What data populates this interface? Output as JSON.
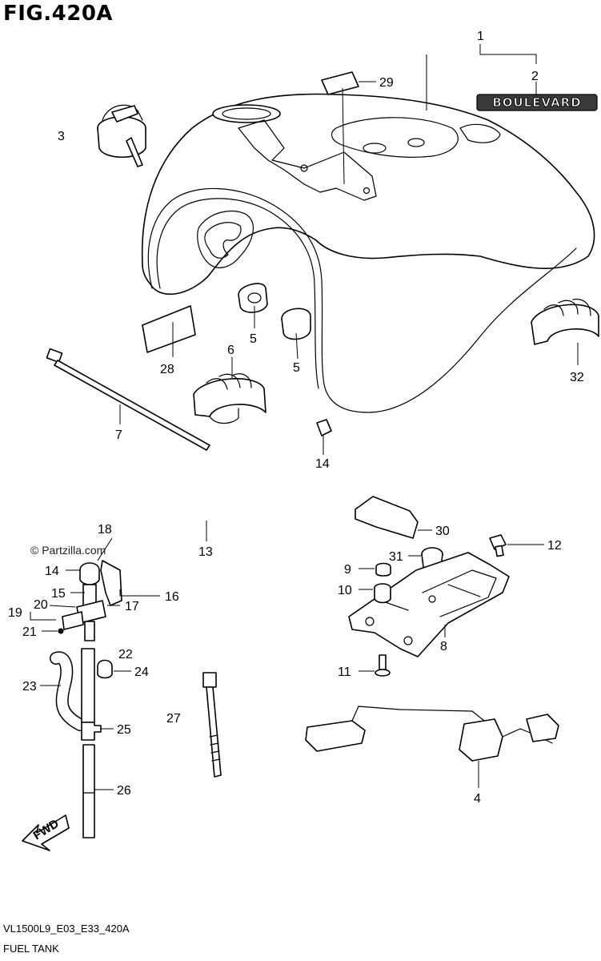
{
  "figure_title": "FIG.420A",
  "brand_plate": "BOULEVARD",
  "watermark": "© Partzilla.com",
  "fwd_label": "FWD",
  "footer_code": "VL1500L9_E03_E33_420A",
  "footer_name": "FUEL TANK",
  "callouts": {
    "c1": "1",
    "c2": "2",
    "c3": "3",
    "c4": "4",
    "c5a": "5",
    "c5b": "5",
    "c6": "6",
    "c7": "7",
    "c8": "8",
    "c9": "9",
    "c10": "10",
    "c11": "11",
    "c12": "12",
    "c13": "13",
    "c14a": "14",
    "c14b": "14",
    "c15": "15",
    "c16": "16",
    "c17": "17",
    "c18": "18",
    "c19": "19",
    "c20": "20",
    "c21": "21",
    "c22": "22",
    "c23": "23",
    "c24": "24",
    "c25": "25",
    "c26": "26",
    "c27": "27",
    "c28": "28",
    "c29": "29",
    "c30": "30",
    "c31": "31",
    "c32": "32"
  }
}
